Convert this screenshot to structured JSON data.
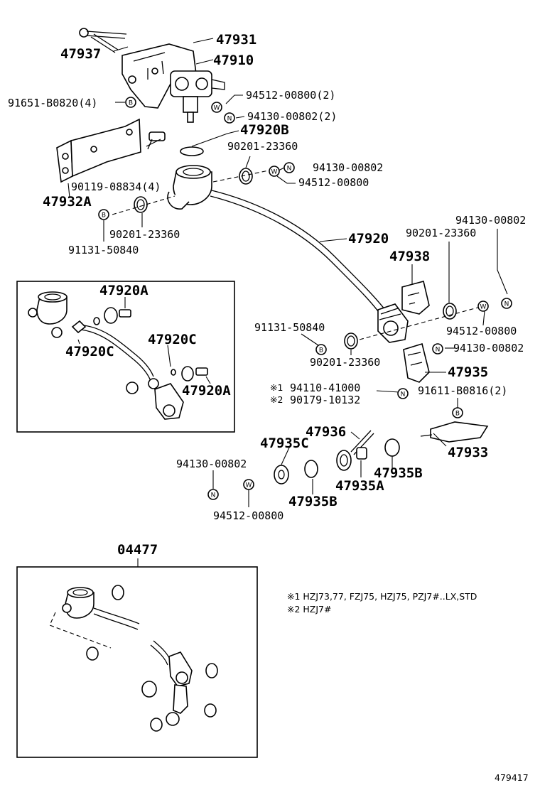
{
  "labels": {
    "p47931": "47931",
    "p47937": "47937",
    "p47910": "47910",
    "p91651": "91651-B0820(4)",
    "p94512_2": "94512-00800(2)",
    "p94130_2": "94130-00802(2)",
    "p47920B": "47920B",
    "p90201_a": "90201-23360",
    "p94130_a": "94130-00802",
    "p94512_a": "94512-00800",
    "p90119": "90119-08834(4)",
    "p47932A": "47932A",
    "p90201_b": "90201-23360",
    "p91131_a": "91131-50840",
    "p47920": "47920",
    "p94130_b": "94130-00802",
    "p90201_c": "90201-23360",
    "p47938": "47938",
    "p91131_b": "91131-50840",
    "p94512_b": "94512-00800",
    "p94130_c": "94130-00802",
    "p90201_d": "90201-23360",
    "p47935": "47935",
    "p94110": "94110-41000",
    "p90179": "90179-10132",
    "p91611": "91611-B0816(2)",
    "p47936": "47936",
    "p47935C": "47935C",
    "p47933": "47933",
    "p94130_d": "94130-00802",
    "p47935B_a": "47935B",
    "p47935A": "47935A",
    "p94512_c": "94512-00800",
    "p47935B_b": "47935B",
    "inset_47920A_a": "47920A",
    "inset_47920C_a": "47920C",
    "inset_47920C_b": "47920C",
    "inset_47920A_b": "47920A",
    "kit": "04477",
    "mark1": "※1",
    "mark2": "※2"
  },
  "badges": {
    "b": "B",
    "w": "W",
    "n": "N"
  },
  "notes": {
    "note1": "※1 HZJ73,77, FZJ75, HZJ75, PZJ7#..LX,STD",
    "note2": "※2 HZJ7#"
  },
  "illustration_id": "479417"
}
